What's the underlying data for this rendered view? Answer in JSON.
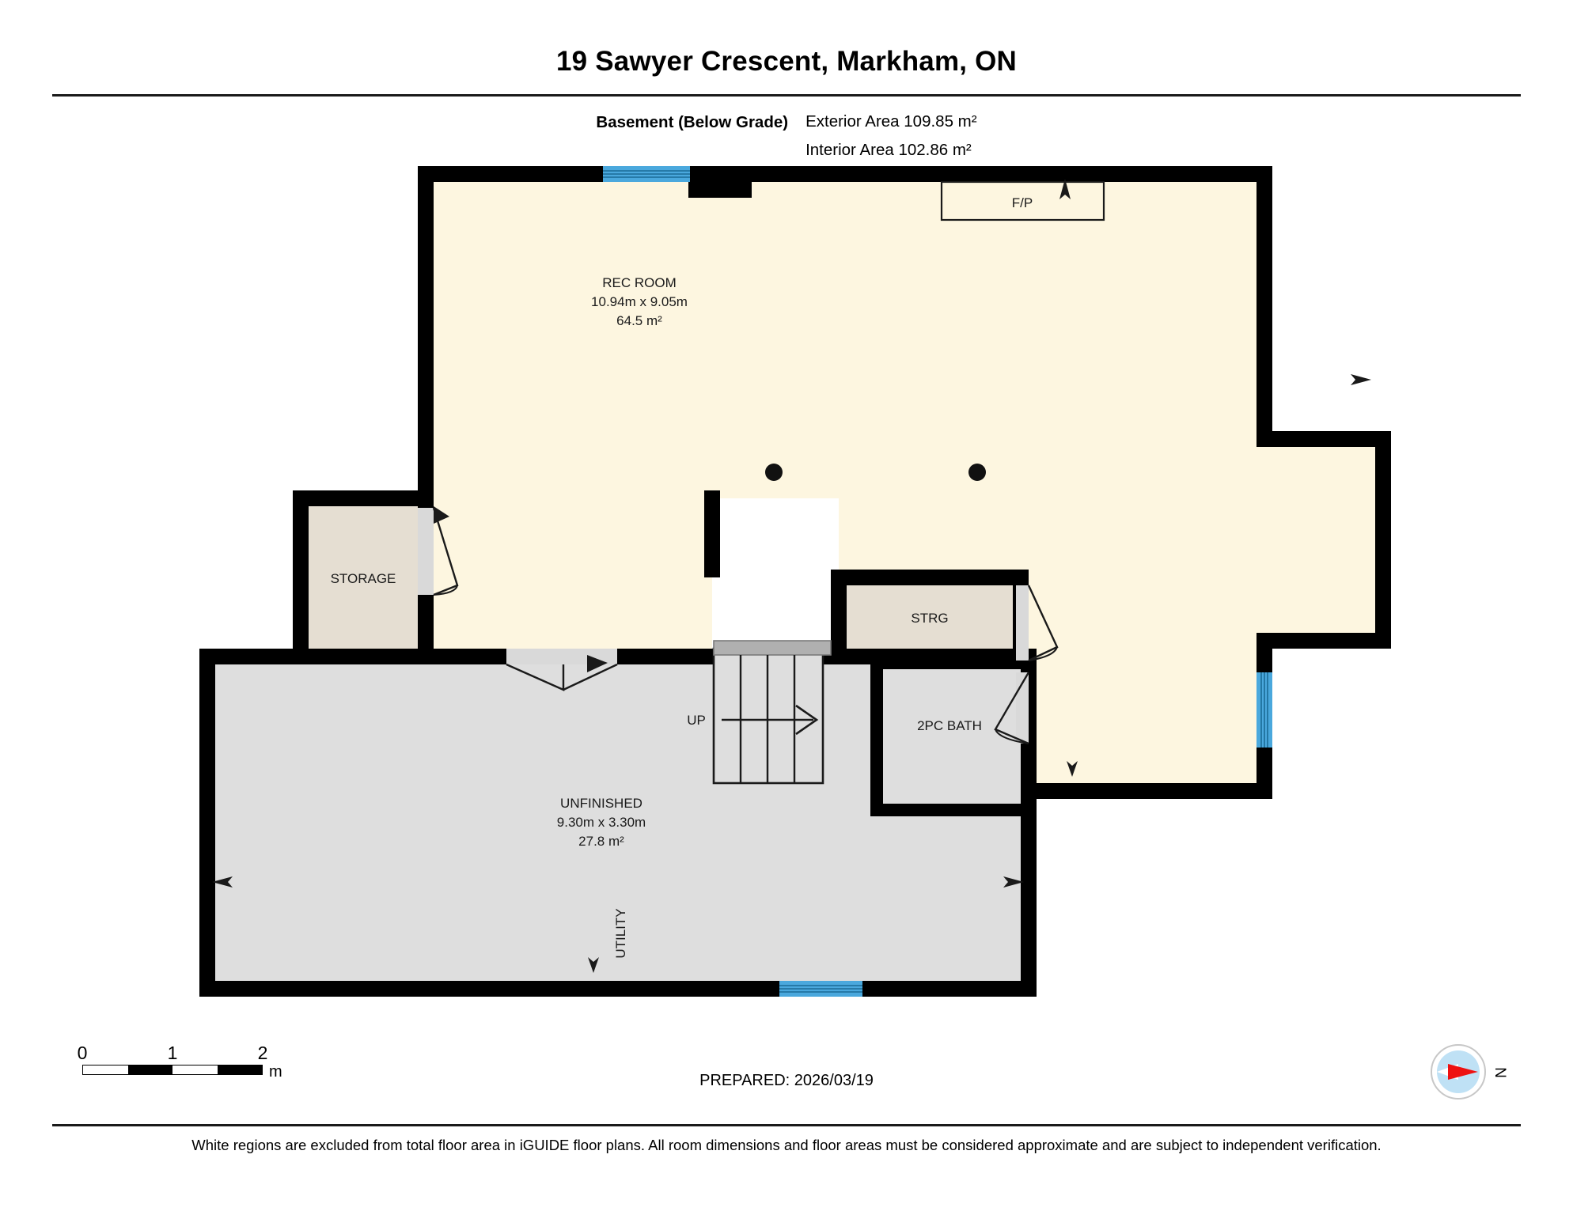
{
  "header": {
    "title": "19 Sawyer Crescent, Markham, ON",
    "floor_label": "Basement (Below Grade)",
    "exterior_area": "Exterior Area 109.85 m²",
    "interior_area": "Interior Area 102.86 m²"
  },
  "footer": {
    "prepared": "PREPARED: 2026/03/19",
    "disclaimer": "White regions are excluded from total floor area in iGUIDE floor plans. All room dimensions and floor areas must be considered approximate and are subject to independent verification.",
    "compass_label": "N"
  },
  "scale": {
    "ticks": [
      "0",
      "1",
      "2"
    ],
    "unit": "m"
  },
  "rooms": [
    {
      "id": "rec-room",
      "name": "REC ROOM",
      "dimensions": "10.94m x 9.05m",
      "area": "64.5 m²",
      "fill": "#fdf6e0"
    },
    {
      "id": "storage",
      "name": "STORAGE",
      "dimensions": "",
      "area": "",
      "fill": "#e5ded2"
    },
    {
      "id": "strg",
      "name": "STRG",
      "dimensions": "",
      "area": "",
      "fill": "#e5ded2"
    },
    {
      "id": "bath",
      "name": "2PC BATH",
      "dimensions": "",
      "area": "",
      "fill": "#a9d8f7"
    },
    {
      "id": "unfinished",
      "name": "UNFINISHED",
      "dimensions": "9.30m x 3.30m",
      "area": "27.8 m²",
      "fill": "#dedede"
    },
    {
      "id": "utility",
      "name": "UTILITY",
      "dimensions": "",
      "area": "",
      "fill": "#dedede"
    }
  ],
  "features": {
    "fireplace_label": "F/P",
    "stairs_label": "UP"
  },
  "colors": {
    "wall": "#000000",
    "finished_fill": "#fdf6e0",
    "storage_fill": "#e5ded2",
    "bath_fill": "#a9d8f7",
    "unfinished_fill": "#dedede",
    "window": "#4aa8dd",
    "door_jamb": "#d9d9d9",
    "compass_disc": "#bfe1f5",
    "compass_needle": "#ee1111"
  }
}
